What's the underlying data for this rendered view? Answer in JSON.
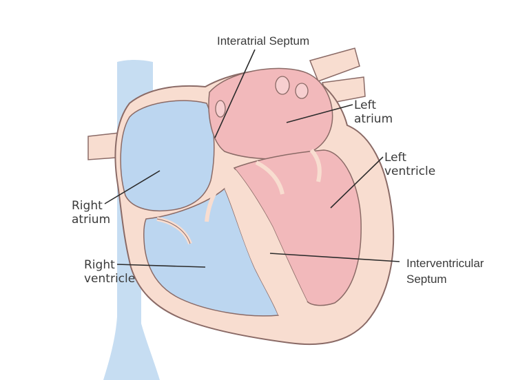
{
  "diagram": {
    "labels": {
      "interatrial_septum": "Interatrial Septum",
      "left_atrium_l1": "Left",
      "left_atrium_l2": "atrium",
      "left_ventricle_l1": "Left",
      "left_ventricle_l2": "ventricle",
      "right_atrium_l1": "Right",
      "right_atrium_l2": "atrium",
      "right_ventricle_l1": "Right",
      "right_ventricle_l2": "ventricle",
      "interventricular_l1": "Interventricular",
      "interventricular_l2": "Septum"
    },
    "colors": {
      "background": "#ffffff",
      "vessel_blue": "#c6ddf2",
      "chamber_blue": "#bcd6f0",
      "wall_peach": "#f8ddd0",
      "chamber_pink": "#f2b9bb",
      "outline": "#8a6a66",
      "leader": "#2b2b2b",
      "text": "#3a3a3a"
    }
  }
}
